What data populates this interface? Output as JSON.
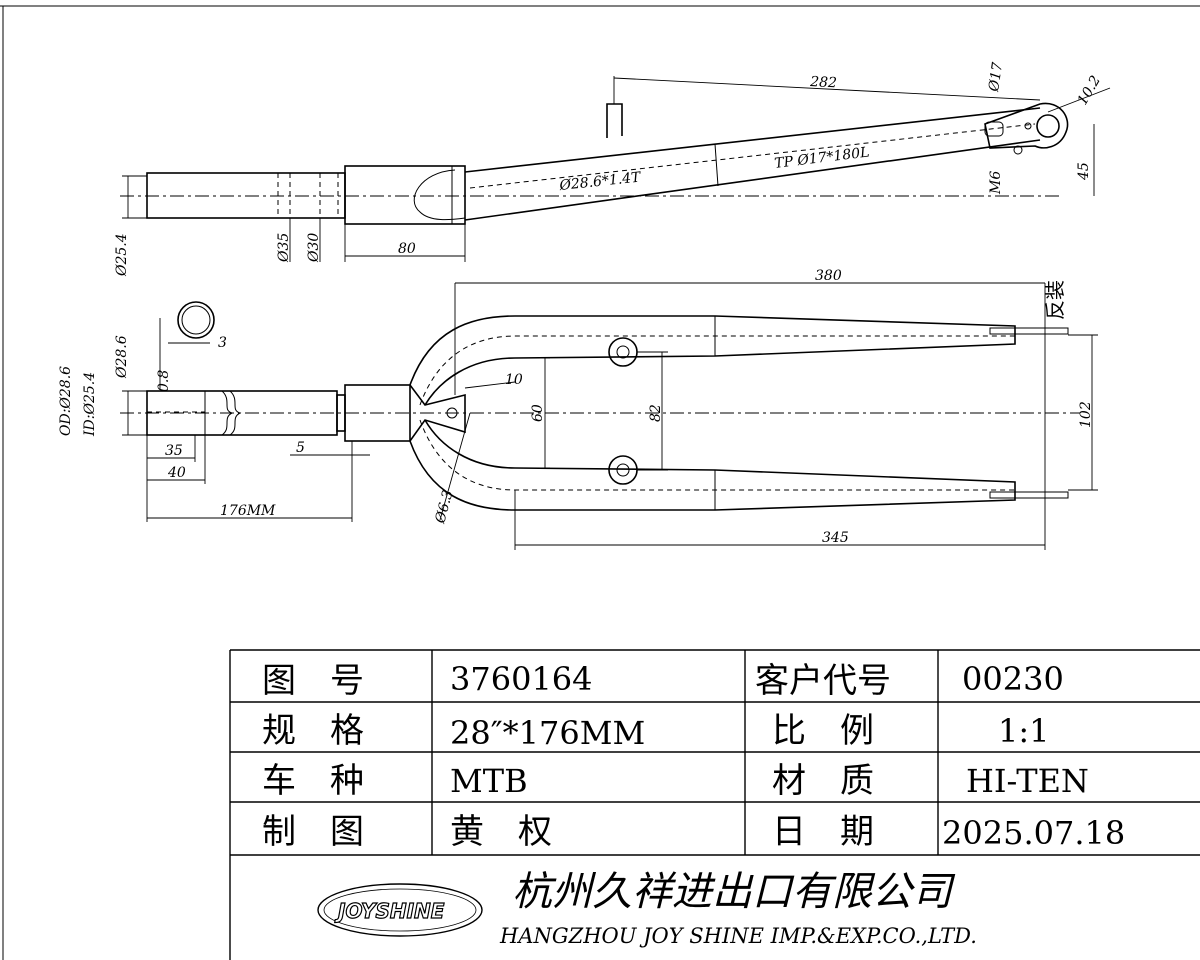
{
  "side_view": {
    "dims": {
      "length_282": "282",
      "dia_17": "Ø17",
      "dim_10_2": "10.2",
      "dim_45": "45",
      "m6": "M6",
      "tube_spec": "Ø28.6*1.4T",
      "taper_spec": "TP Ø17*180L",
      "dia_25_4": "Ø25.4",
      "dia_35": "Ø35",
      "dia_30": "Ø30",
      "len_80": "80"
    }
  },
  "front_view": {
    "dims": {
      "len_380": "380",
      "reverse_note": "反装",
      "len_10": "10",
      "len_60": "60",
      "len_82": "82",
      "len_102": "102",
      "len_345": "345",
      "dia_6_3": "Ø6.3",
      "dia_28_6": "Ø28.6",
      "od_id": "OD:Ø28.6",
      "id": "ID:Ø25.4",
      "wall_0_8": "0.8",
      "dim_3": "3",
      "len_35": "35",
      "len_40": "40",
      "len_5": "5",
      "len_176": "176MM"
    }
  },
  "title_block": {
    "rows": [
      {
        "label": "图　号",
        "value": "3760164",
        "label2": "客户代号",
        "value2": "00230"
      },
      {
        "label": "规　格",
        "value": "28″*176MM",
        "label2": "比　例",
        "value2": "1:1"
      },
      {
        "label": "车　种",
        "value": "MTB",
        "label2": "材　质",
        "value2": "HI-TEN"
      },
      {
        "label": "制　图",
        "value": "黄　权",
        "label2": "日　期",
        "value2": "2025.07.18"
      }
    ],
    "logo_text": "JOYSHINE",
    "company_cn": "杭州久祥进出口有限公司",
    "company_en": "HANGZHOU JOY SHINE IMP.&EXP.CO.,LTD."
  }
}
